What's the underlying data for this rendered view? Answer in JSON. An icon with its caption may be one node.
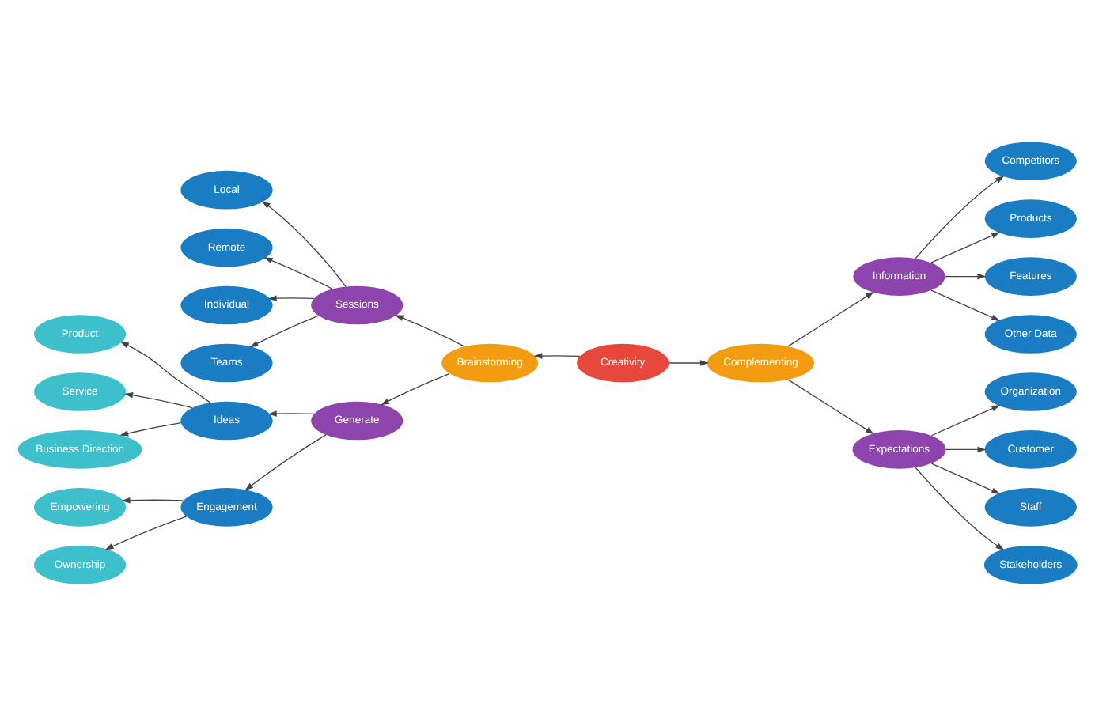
{
  "diagram": {
    "nodes": [
      {
        "text": [
          "Creativity"
        ]
      },
      {
        "text": [
          "Brainstorming"
        ]
      },
      {
        "text": [
          "Complementing"
        ]
      },
      {
        "text": [
          "Sessions"
        ]
      },
      {
        "text": [
          "Generate"
        ]
      },
      {
        "text": [
          "Information"
        ]
      },
      {
        "text": [
          "Expectations"
        ]
      },
      {
        "text": [
          "Local"
        ]
      },
      {
        "text": [
          "Remote"
        ]
      },
      {
        "text": [
          "Individual"
        ]
      },
      {
        "text": [
          "Teams"
        ]
      },
      {
        "text": [
          "Ideas"
        ]
      },
      {
        "text": [
          "Engagement"
        ]
      },
      {
        "text": [
          "Product"
        ]
      },
      {
        "text": [
          "Service"
        ]
      },
      {
        "text": [
          "Business Direction"
        ]
      },
      {
        "text": [
          "Empowering"
        ]
      },
      {
        "text": [
          "Ownership"
        ]
      },
      {
        "text": [
          "Competitors"
        ]
      },
      {
        "text": [
          "Products"
        ]
      },
      {
        "text": [
          "Features"
        ]
      },
      {
        "text": [
          "Other Data"
        ]
      },
      {
        "text": [
          "Organization"
        ]
      },
      {
        "text": [
          "Customer"
        ]
      },
      {
        "text": [
          "Staff"
        ]
      },
      {
        "text": [
          "Stakeholders"
        ]
      }
    ],
    "edges": [
      {
        "from": 0,
        "to": 1,
        "arrow": "to"
      },
      {
        "from": 0,
        "to": 2,
        "arrow": "to"
      },
      {
        "from": 1,
        "to": 3,
        "arrow": "to"
      },
      {
        "from": 1,
        "to": 4,
        "arrow": "to"
      },
      {
        "from": 2,
        "to": 5,
        "arrow": "to"
      },
      {
        "from": 2,
        "to": 6,
        "arrow": "to"
      },
      {
        "from": 3,
        "to": 7,
        "arrow": "to"
      },
      {
        "from": 3,
        "to": 8,
        "arrow": "to"
      },
      {
        "from": 3,
        "to": 9,
        "arrow": "to"
      },
      {
        "from": 3,
        "to": 10,
        "arrow": "to"
      },
      {
        "from": 4,
        "to": 11,
        "arrow": "to"
      },
      {
        "from": 4,
        "to": 12,
        "arrow": "to"
      },
      {
        "from": 11,
        "to": 13,
        "arrow": "to"
      },
      {
        "from": 11,
        "to": 14,
        "arrow": "to"
      },
      {
        "from": 11,
        "to": 15,
        "arrow": "to"
      },
      {
        "from": 12,
        "to": 16,
        "arrow": "to"
      },
      {
        "from": 12,
        "to": 17,
        "arrow": "to"
      },
      {
        "from": 5,
        "to": 18,
        "arrow": "to"
      },
      {
        "from": 5,
        "to": 19,
        "arrow": "to"
      },
      {
        "from": 5,
        "to": 20,
        "arrow": "to"
      },
      {
        "from": 5,
        "to": 21,
        "arrow": "to"
      },
      {
        "from": 6,
        "to": 22,
        "arrow": "to"
      },
      {
        "from": 6,
        "to": 23,
        "arrow": "to"
      },
      {
        "from": 6,
        "to": 24,
        "arrow": "to"
      },
      {
        "from": 6,
        "to": 25,
        "arrow": "to"
      }
    ]
  }
}
